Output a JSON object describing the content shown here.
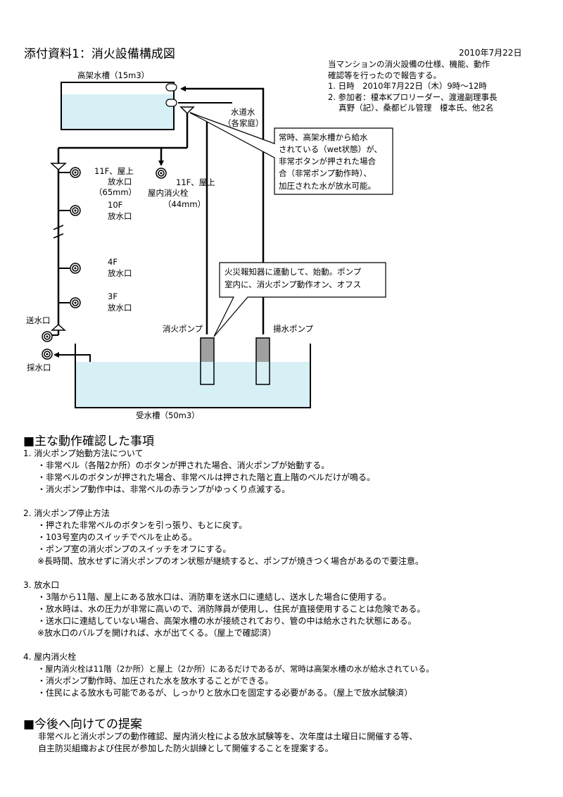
{
  "title": "添付資料1：消火設備構成図",
  "date": "2010年7月22日",
  "intro": [
    "当マンションの消火設備の仕様、機能、動作",
    "確認等を行ったので報告する。",
    "1. 日時　2010年7月22日（木）9時～12時",
    "2. 参加者：榎本Kプロリーダー、渡邊副理事長",
    "　 真野（記）、桑都ビル管理　榎本氏、他2名"
  ],
  "diagram": {
    "high_tank": "高架水槽（15m3）",
    "tap_water": [
      "水道水",
      "（各家庭）"
    ],
    "callout1": [
      "常時、高架水槽から給水",
      "されている（wet状態）が、",
      "非常ボタンが押された場合",
      "合（非常ポンプ動作時）、",
      "加圧された水が放水可能。"
    ],
    "outlet_11f": [
      "11F、屋上",
      "放水口",
      "（65mm）"
    ],
    "hydrant_11f": [
      "11F、屋上",
      "屋内消火栓",
      "（44mm）"
    ],
    "outlet_10f": [
      "10F",
      "放水口"
    ],
    "outlet_4f": [
      "4F",
      "放水口"
    ],
    "outlet_3f": [
      "3F",
      "放水口"
    ],
    "callout2": [
      "火災報知器に連動して、始動。ポンプ",
      "室内に、消火ポンプ動作オン、オフス"
    ],
    "inlet": "送水口",
    "intake": "採水口",
    "fire_pump": "消火ポンプ",
    "lift_pump": "揚水ポンプ",
    "receiving_tank": "受水槽（50m3）",
    "colors": {
      "water": "#d6f0f5",
      "pump": "#a0a0a0",
      "line": "#000000"
    }
  },
  "section1": {
    "heading": "■主な動作確認した事項",
    "items": [
      {
        "title": "1. 消火ポンプ始動方法について",
        "bullets": [
          "・非常ベル（各階2か所）のボタンが押された場合、消火ポンプが始動する。",
          "・非常ベルのボタンが押された場合、非常ベルは押された階と直上階のベルだけが鳴る。",
          "・消火ポンプ動作中は、非常ベルの赤ランプがゆっくり点滅する。"
        ]
      },
      {
        "title": "2. 消火ポンプ停止方法",
        "bullets": [
          "・押された非常ベルのボタンを引っ張り、もとに戻す。",
          "・103号室内のスイッチでベルを止める。",
          "・ポンプ室の消火ポンプのスイッチをオフにする。",
          "※長時間、放水せずに消火ポンプのオン状態が継続すると、ポンプが焼きつく場合があるので要注意。"
        ]
      },
      {
        "title": "3. 放水口",
        "bullets": [
          "・3階から11階、屋上にある放水口は、消防車を送水口に連結し、送水した場合に使用する。",
          "・放水時は、水の圧力が非常に高いので、消防隊員が使用し、住民が直接使用することは危険である。",
          "・送水口に連結していない場合、高架水槽の水が接続されており、管の中は給水された状態にある。",
          "※放水口のバルブを開ければ、水が出てくる。（屋上で確認済）"
        ]
      },
      {
        "title": "4. 屋内消火栓",
        "bullets": [
          "・屋内消火栓は11階（2か所）と屋上（2か所）にあるだけであるが、常時は高架水槽の水が給水されている。",
          "・消火ポンプ動作時、加圧された水を放水することができる。",
          "・住民による放水も可能であるが、しっかりと放水口を固定する必要がある。（屋上で放水試験済）"
        ]
      }
    ]
  },
  "section2": {
    "heading": "■今後へ向けての提案",
    "lines": [
      "非常ベルと消火ポンプの動作確認、屋内消火栓による放水試験等を、次年度は土曜日に開催する等、",
      "自主防災組織および住民が参加した防火訓練として開催することを提案する。"
    ]
  }
}
